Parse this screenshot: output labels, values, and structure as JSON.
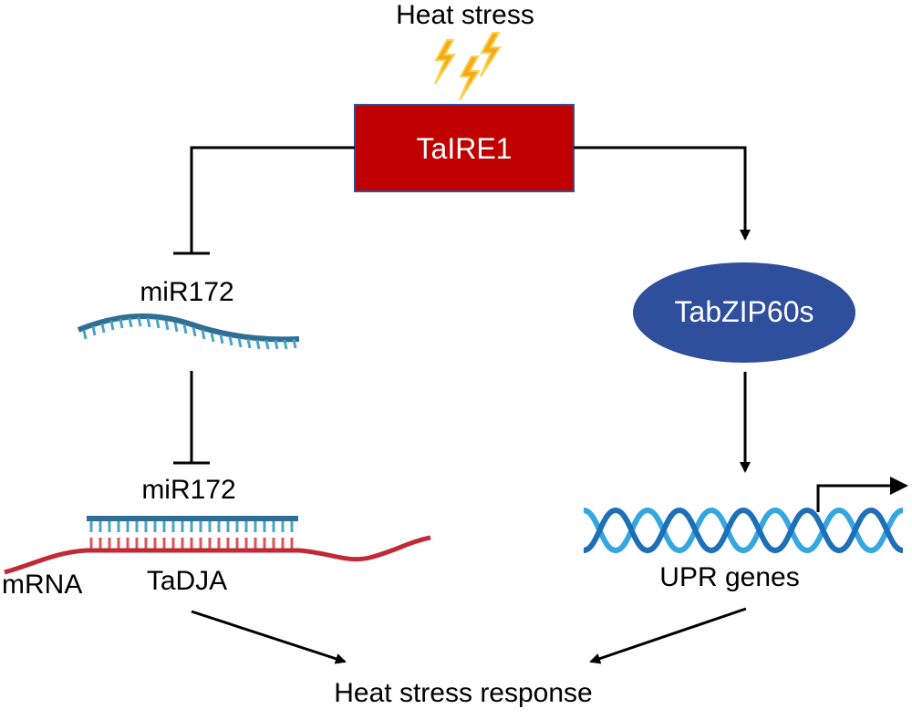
{
  "diagram": {
    "top_label": "Heat stress",
    "central_node": "TaIRE1",
    "left_branch": {
      "mirna_label_1": "miR172",
      "mirna_label_2": "miR172",
      "mrna_label": "mRNA",
      "target_label": "TaDJA"
    },
    "right_branch": {
      "tf_node": "TabZIP60s",
      "genes_label": "UPR genes"
    },
    "bottom_label": "Heat stress response",
    "colors": {
      "central_box": "#c00000",
      "tf_ellipse": "#2f4e9b",
      "mirna_strand": "#2e6f93",
      "mrna_strand": "#c02a36",
      "dna_light": "#35a6e0",
      "dna_dark": "#1e6fb8",
      "lightning": "#f6a71c"
    }
  }
}
